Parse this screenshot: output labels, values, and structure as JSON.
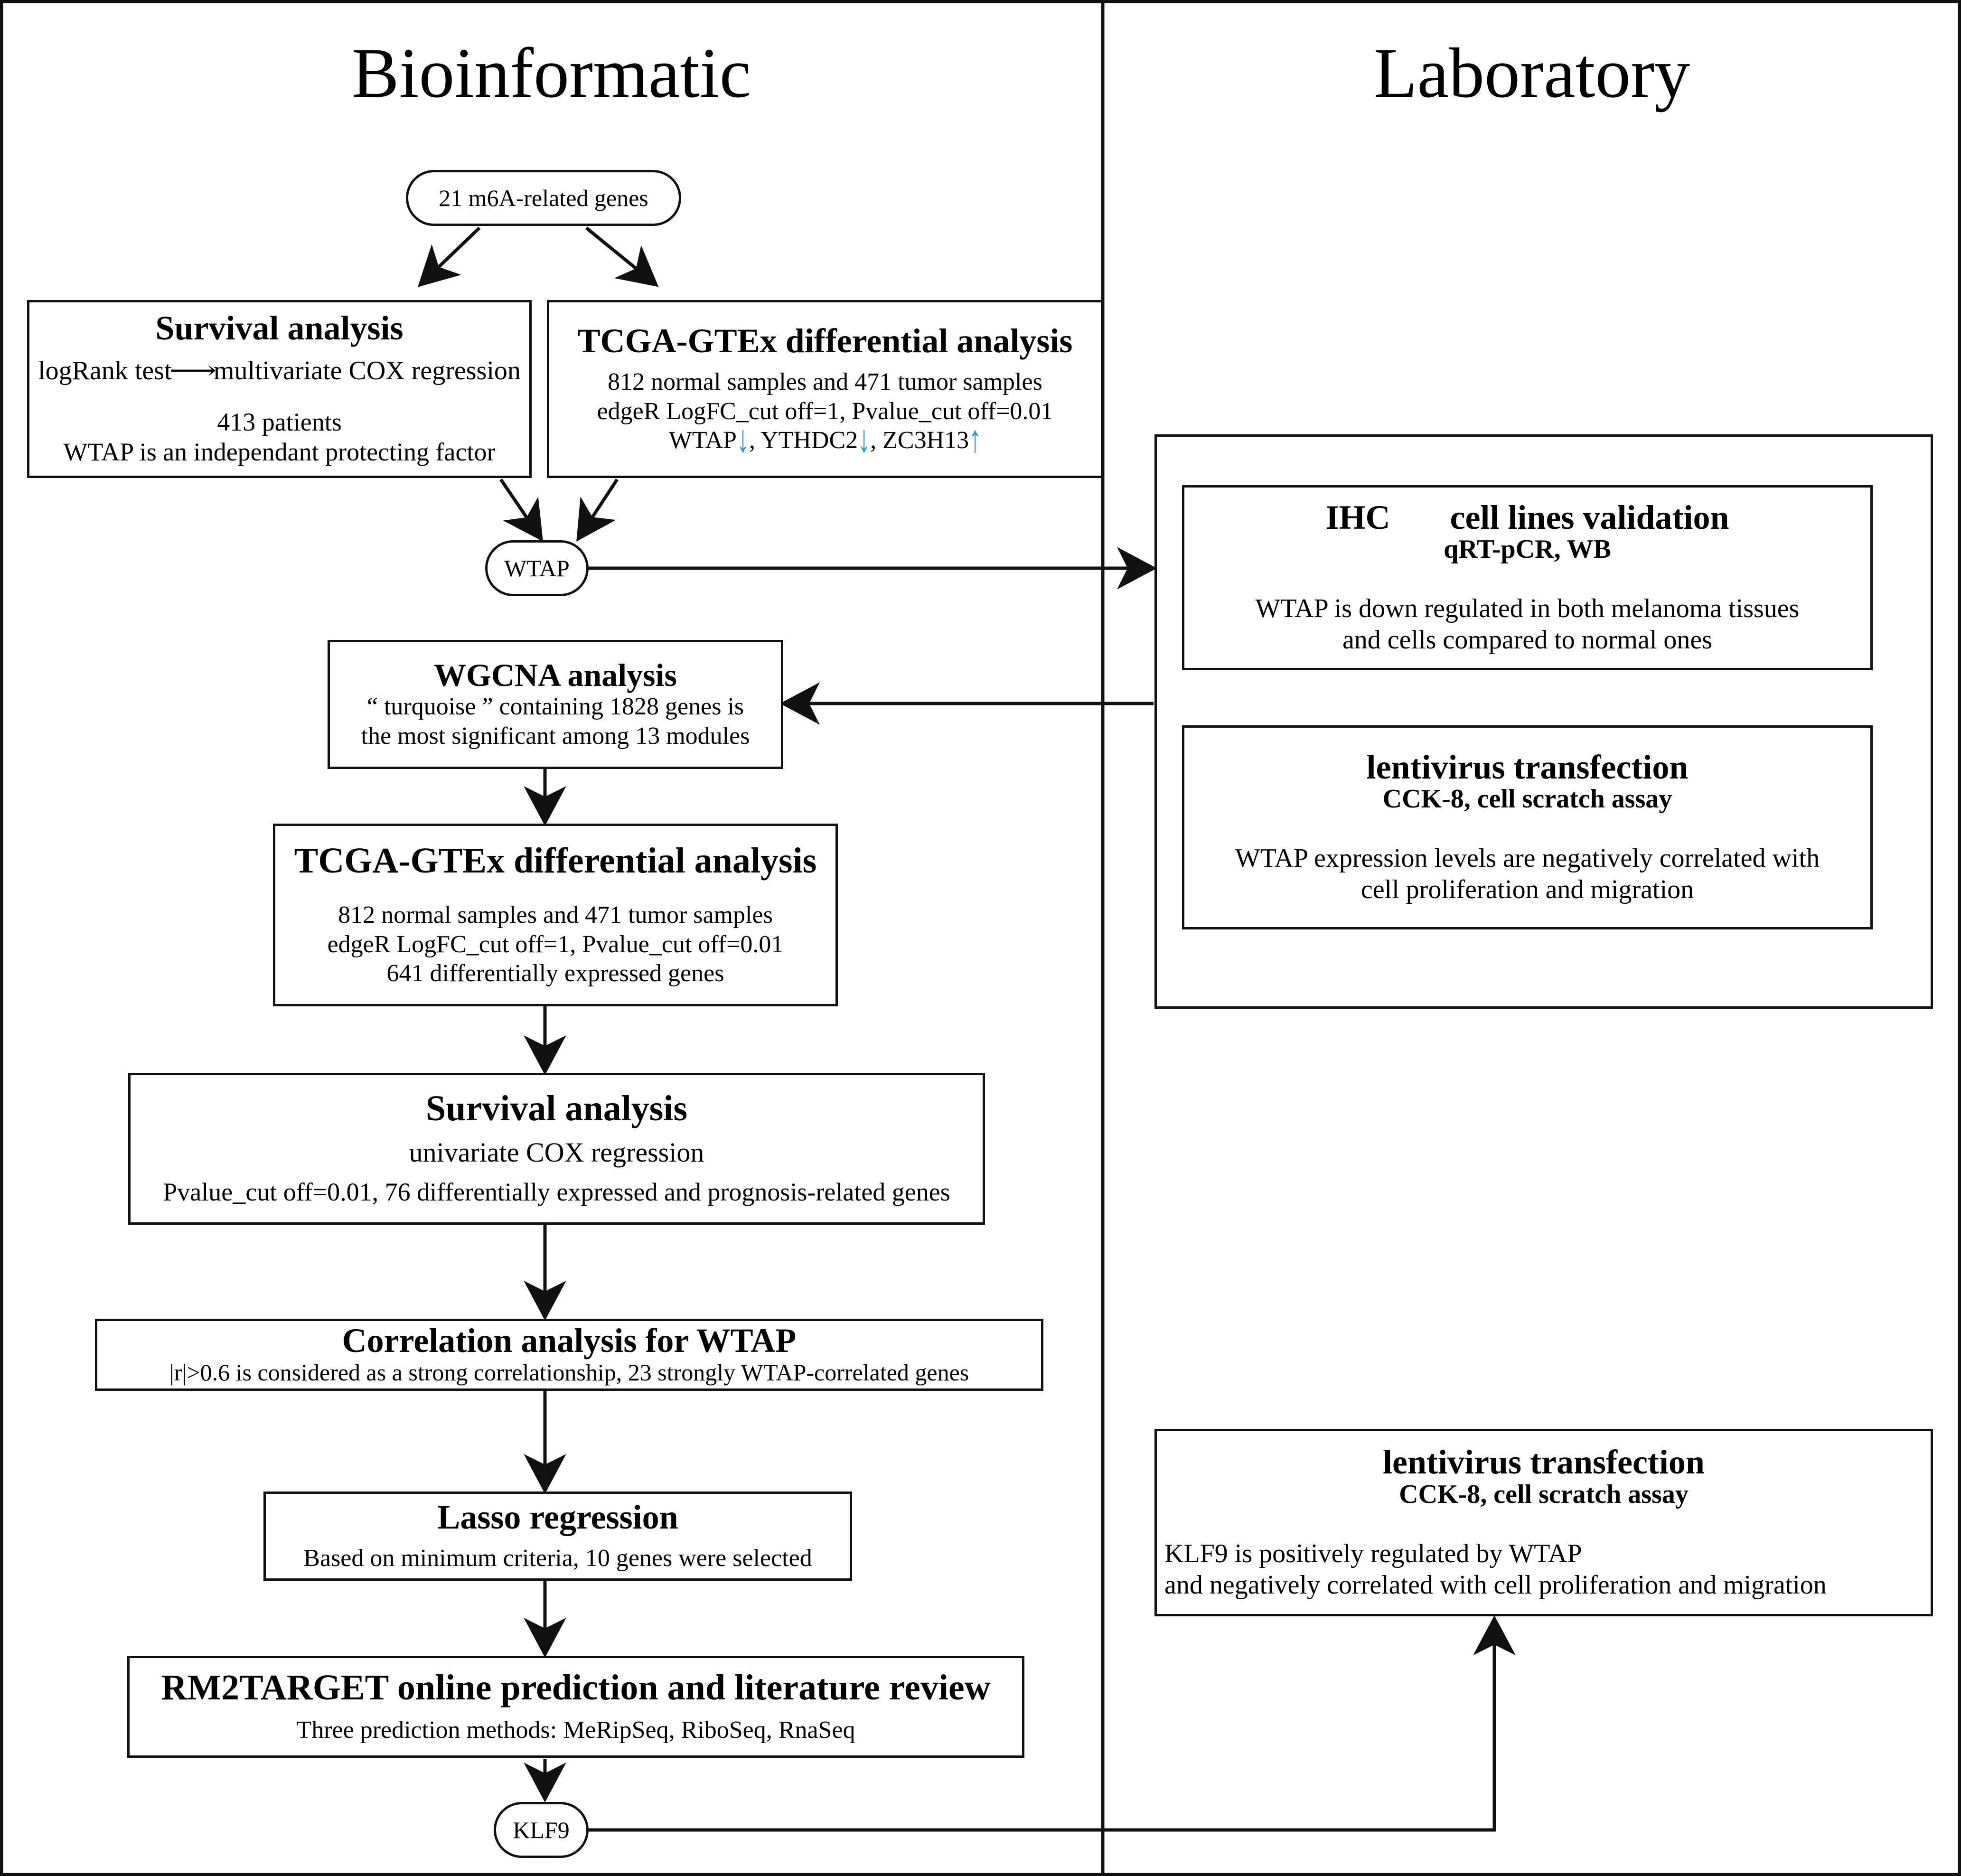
{
  "panels": {
    "left_title": "Bioinformatic",
    "right_title": "Laboratory"
  },
  "colors": {
    "line": "#111111",
    "up_down_arrow": "#2196d9",
    "background": "#ffffff"
  },
  "nodes": {
    "start_genes": {
      "label": "21 m6A-related genes"
    },
    "survival_1": {
      "title": "Survival analysis",
      "line1_pre": "logRank test",
      "line1_arrow": "⟶",
      "line1_post": "multivariate COX regression",
      "line2": "413 patients",
      "line3": "WTAP is an independant protecting factor"
    },
    "tcga_1": {
      "title": "TCGA-GTEx differential analysis",
      "line1": "812 normal samples and 471 tumor samples",
      "line2": "edgeR LogFC_cut off=1, Pvalue_cut off=0.01",
      "genes": [
        {
          "name": "WTAP",
          "direction": "down",
          "glyph": "↓",
          "sep": ", "
        },
        {
          "name": "YTHDC2",
          "direction": "down",
          "glyph": "↓",
          "sep": ", "
        },
        {
          "name": "ZC3H13",
          "direction": "up",
          "glyph": "↑",
          "sep": ""
        }
      ]
    },
    "wtap_oval": {
      "label": "WTAP"
    },
    "wgcna": {
      "title": "WGCNA analysis",
      "line1": "“ turquoise ”  containing 1828 genes is",
      "line2": "the most significant among 13 modules"
    },
    "tcga_2": {
      "title": "TCGA-GTEx differential analysis",
      "line1": "812 normal samples and 471 tumor samples",
      "line2": "edgeR LogFC_cut off=1, Pvalue_cut off=0.01",
      "line3": "641 differentially expressed genes"
    },
    "survival_2": {
      "title": "Survival analysis",
      "line1": "univariate COX regression",
      "line2": "Pvalue_cut off=0.01, 76 differentially expressed and prognosis-related genes"
    },
    "correlation": {
      "title": "Correlation analysis for WTAP",
      "line1": "|r|>0.6 is considered as a strong correlationship, 23 strongly WTAP-correlated genes"
    },
    "lasso": {
      "title": "Lasso regression",
      "line1": "Based on minimum criteria, 10 genes were selected"
    },
    "rm2target": {
      "title": "RM2TARGET online prediction and literature review",
      "line1": "Three prediction methods: MeRipSeq, RiboSeq, RnaSeq"
    },
    "klf9_oval": {
      "label": "KLF9"
    },
    "ihc": {
      "title_a": "IHC",
      "title_b": "cell lines validation",
      "subtitle": "qRT-pCR, WB",
      "line1": "WTAP is down regulated in both melanoma tissues",
      "line2": "and cells compared to normal ones"
    },
    "lenti_wtap": {
      "title": "lentivirus transfection",
      "subtitle": "CCK-8, cell scratch assay",
      "line1": "WTAP expression levels are negatively correlated with",
      "line2": "cell proliferation and migration"
    },
    "lenti_klf9": {
      "title": "lentivirus transfection",
      "subtitle": "CCK-8, cell scratch assay",
      "line1": "KLF9 is positively regulated by WTAP",
      "line2": "and negatively correlated with cell proliferation and migration"
    }
  }
}
